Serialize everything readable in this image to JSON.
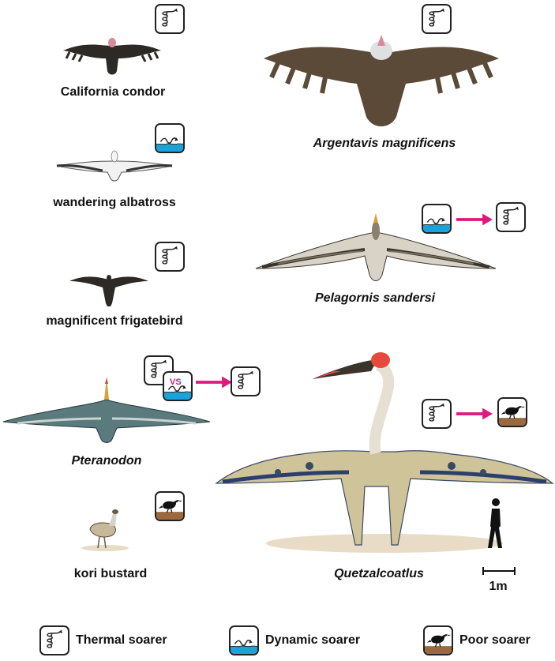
{
  "species": {
    "condor": "California condor",
    "argentavis": "Argentavis magnificens",
    "albatross": "wandering albatross",
    "pelagornis": "Pelagornis sandersi",
    "frigatebird": "magnificent frigatebird",
    "pteranodon": "Pteranodon",
    "bustard": "kori bustard",
    "quetzalcoatlus": "Quetzalcoatlus"
  },
  "versus": "VS",
  "scale_bar": "1m",
  "legend": {
    "thermal": "Thermal soarer",
    "dynamic": "Dynamic soarer",
    "poor": "Poor soarer"
  },
  "colors": {
    "arrow": "#e0177d",
    "water": "#1aa3d9",
    "ground": "#9a6a3e",
    "bird_dark": "#2d2a26",
    "argentavis_brown": "#5c4a38"
  },
  "icons": [
    "thermal-icon",
    "dynamic-icon",
    "poor-soarer-icon",
    "arrow-right-icon"
  ]
}
